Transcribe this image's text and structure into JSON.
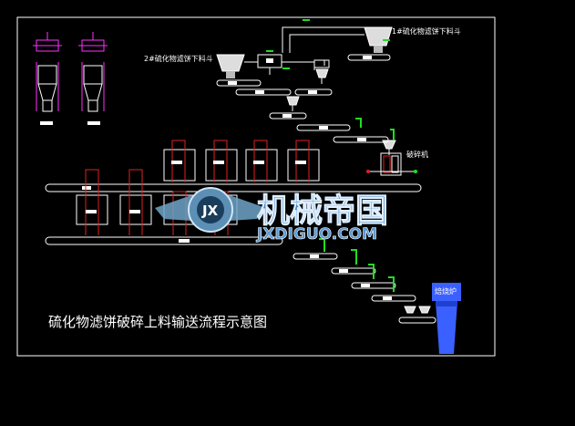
{
  "diagram": {
    "title": "硫化物滤饼破碎上料输送流程示意图",
    "labels": {
      "hopper_1": "1#硫化物滤饼下料斗",
      "hopper_2": "2#硫化物滤饼下料斗",
      "crusher": "破碎机",
      "furnace": "焙烧炉"
    }
  },
  "watermark": {
    "brand_cn": "机械帝国",
    "brand_en": "JXDIGUO.COM",
    "emblem": "JX"
  },
  "colors": {
    "background": "#000000",
    "frame": "#ffffff",
    "line": "#ffffff",
    "structure_red": "#e02020",
    "signal_green": "#22dd22",
    "magenta": "#ff30ff",
    "furnace_blue": "#3a60ff"
  }
}
